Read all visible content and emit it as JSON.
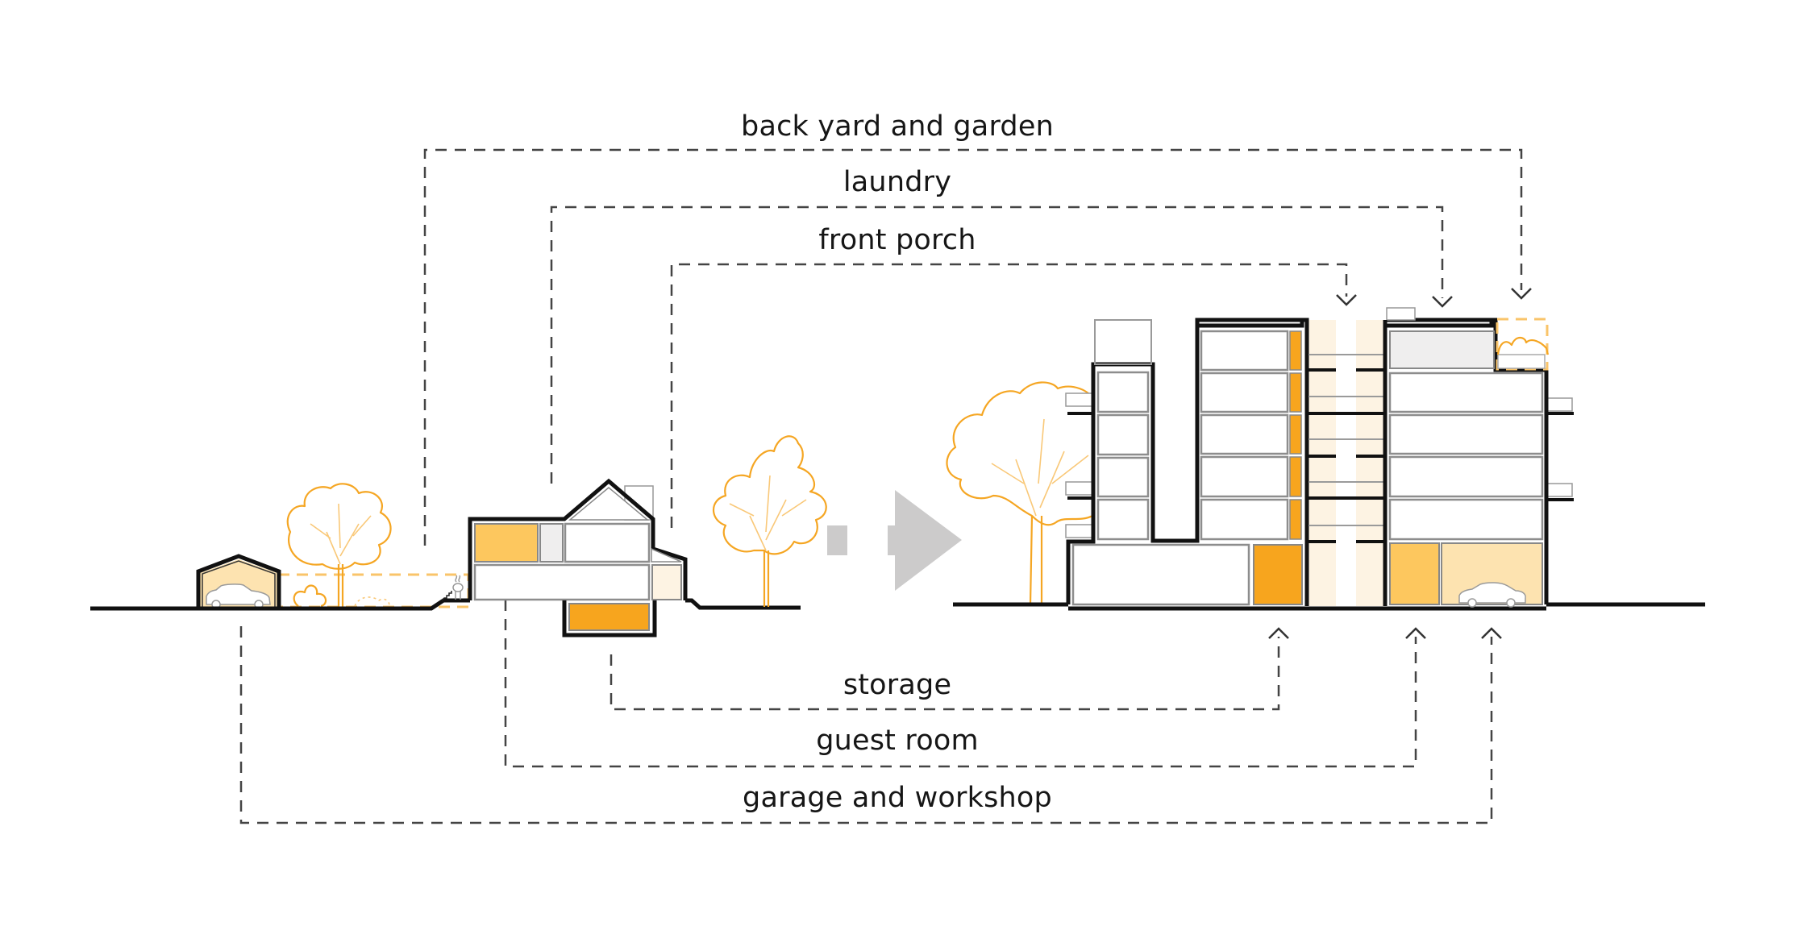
{
  "diagram": {
    "title": "",
    "description": "Comparison of single-family house program with shared amenities in a multi-unit building",
    "arrow_icon": "right-arrow-icon",
    "colors": {
      "line": "#111111",
      "dash": "#444444",
      "accent_orange": "#f7a51e",
      "accent_light_orange": "#fdc75e",
      "accent_pale_orange": "#fde3b0",
      "accent_cream": "#fdf3e3",
      "tree_orange": "#f5a623",
      "arrow_grey": "#cccbcb",
      "roof_grey": "#efeeee"
    },
    "top_labels": [
      {
        "id": "back-yard",
        "text": "back yard and garden"
      },
      {
        "id": "laundry",
        "text": "laundry"
      },
      {
        "id": "front-porch",
        "text": "front porch"
      }
    ],
    "bottom_labels": [
      {
        "id": "storage",
        "text": "storage"
      },
      {
        "id": "guest-room",
        "text": "guest room"
      },
      {
        "id": "garage",
        "text": "garage and workshop"
      }
    ],
    "left_scene": "single-family house with detached garage, back yard, trees",
    "right_scene": "multi-storey apartment building section"
  }
}
